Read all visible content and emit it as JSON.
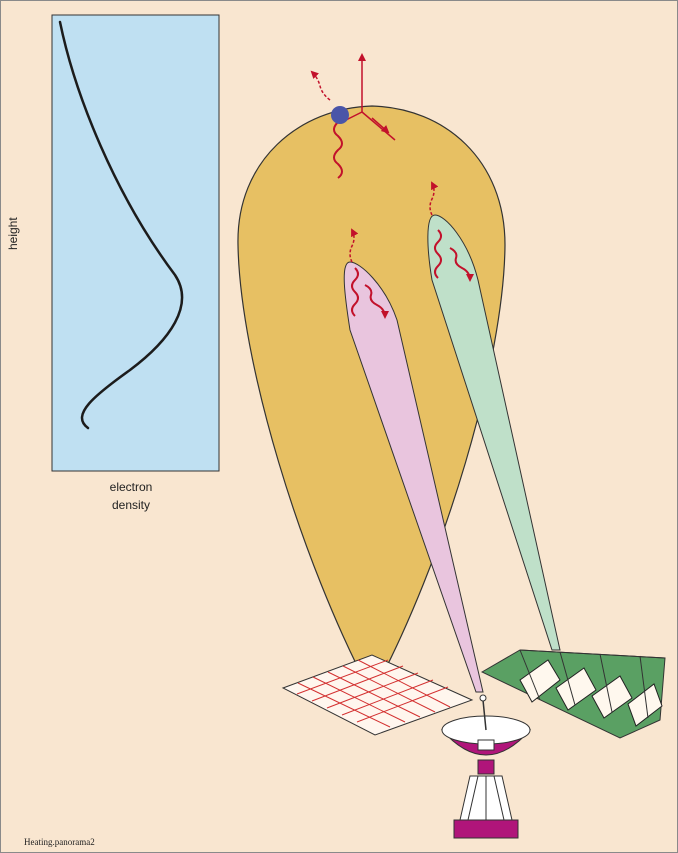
{
  "axis_labels": {
    "y": "height",
    "x_line1": "electron",
    "x_line2": "density"
  },
  "footer": "Heating.panorama2",
  "colors": {
    "background": "#f9e6d0",
    "graph_panel": "#bfe0f2",
    "heated_volume": "#e7c063",
    "beam_pink": "#e9c5de",
    "beam_green": "#bfe0c9",
    "wave_red": "#c2112b",
    "electron_blue": "#4a55a8",
    "dish_magenta": "#b0157a",
    "array_green": "#5aa063",
    "grid_red": "#d33030"
  },
  "icons": [
    "electron-particle",
    "dish-antenna",
    "phased-array-antenna",
    "antenna-grid"
  ]
}
